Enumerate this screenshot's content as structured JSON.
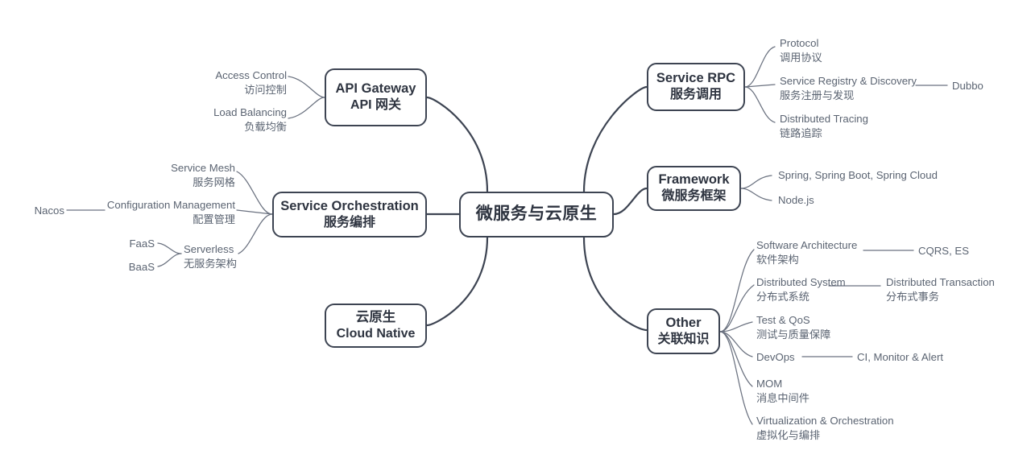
{
  "diagram": {
    "type": "mind-map",
    "root": {
      "label_cn": "微服务与云原生"
    },
    "colors": {
      "node_border": "#3d4452",
      "node_text": "#2e3440",
      "label_text": "#5b6472",
      "wire": "#6b7280",
      "wire_major": "#3d4452",
      "background": "#ffffff"
    },
    "branches": {
      "api_gateway": {
        "title_en": "API Gateway",
        "title_cn": "API 网关",
        "children": [
          {
            "en": "Access Control",
            "cn": "访问控制"
          },
          {
            "en": "Load Balancing",
            "cn": "负载均衡"
          }
        ]
      },
      "service_orchestration": {
        "title_en": "Service Orchestration",
        "title_cn": "服务编排",
        "children": [
          {
            "en": "Service Mesh",
            "cn": "服务网格"
          },
          {
            "en": "Configuration Management",
            "cn": "配置管理",
            "leaf": "Nacos"
          },
          {
            "en": "Serverless",
            "cn": "无服务架构",
            "leaves": [
              "FaaS",
              "BaaS"
            ]
          }
        ]
      },
      "cloud_native": {
        "title_cn": "云原生",
        "title_en": "Cloud Native",
        "children": []
      },
      "service_rpc": {
        "title_en": "Service RPC",
        "title_cn": "服务调用",
        "children": [
          {
            "en": "Protocol",
            "cn": "调用协议"
          },
          {
            "en": "Service Registry & Discovery",
            "cn": "服务注册与发现",
            "leaf": "Dubbo"
          },
          {
            "en": "Distributed Tracing",
            "cn": "链路追踪"
          }
        ]
      },
      "framework": {
        "title_en": "Framework",
        "title_cn": "微服务框架",
        "children": [
          {
            "en": "Spring, Spring Boot, Spring Cloud"
          },
          {
            "en": "Node.js"
          }
        ]
      },
      "other": {
        "title_en": "Other",
        "title_cn": "关联知识",
        "children": [
          {
            "en": "Software Architecture",
            "cn": "软件架构",
            "leaf": "CQRS, ES"
          },
          {
            "en": "Distributed System",
            "cn": "分布式系统",
            "leaf_en": "Distributed Transaction",
            "leaf_cn": "分布式事务"
          },
          {
            "en": "Test & QoS",
            "cn": "测试与质量保障"
          },
          {
            "en": "DevOps",
            "leaf": "CI, Monitor & Alert"
          },
          {
            "en": "MOM",
            "cn": "消息中间件"
          },
          {
            "en": "Virtualization & Orchestration",
            "cn": "虚拟化与编排"
          }
        ]
      }
    }
  }
}
